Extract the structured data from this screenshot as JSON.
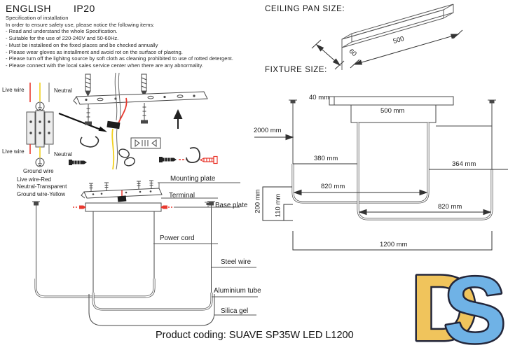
{
  "header": {
    "language": "ENGLISH",
    "ip": "IP20"
  },
  "spec": {
    "title": "Specification of installation",
    "intro": "In order to ensure safety use, please notice the following items:",
    "items": [
      "- Read and understand the whole Specification.",
      "- Suitable for the use of 220-240V and 50-60Hz.",
      "- Must be installeed on the fixed places and be checked annually",
      "- Please wear gloves as installment and avoid rot on the surface of plaetng.",
      "- Please turn off the lighitng source by soft cloth as cleaning prohibited to use of rotted detergent.",
      "- Please connect with the local sales service center when there are any abnormality."
    ]
  },
  "sections": {
    "ceiling_pan_title": "CEILING PAN SIZE:",
    "fixture_title": "FIXTURE SIZE:"
  },
  "ceiling_pan": {
    "length": "500",
    "width": "60"
  },
  "fixture_dims": {
    "pan_height": "40 mm",
    "pan_width": "500 mm",
    "drop": "2000 mm",
    "left_height": "380 mm",
    "right_height": "364 mm",
    "upper_width": "820 mm",
    "lower_width": "820 mm",
    "v200": "200 mm",
    "v110": "110 mm",
    "total": "1200 mm"
  },
  "wiring": {
    "live_top": "Live wire",
    "neutral_top": "Neutral",
    "live_bottom": "Live wire",
    "neutral_bottom": "Neutral",
    "ground": "Ground wire",
    "legend": [
      "Live wire-Red",
      "Neutral-Transparent",
      "Ground wire-Yellow"
    ]
  },
  "parts": {
    "mounting_plate": "Mounting plate",
    "terminal": "Terminal",
    "base_plate": "Base plate",
    "power_cord": "Power cord",
    "steel_wire": "Steel wire",
    "aluminium_tube": "Aluminium tube",
    "silica_gel": "Silica gel"
  },
  "footer": {
    "product_coding": "Product coding: SUAVE SP35W LED L1200"
  },
  "logo": {
    "d": "D",
    "s": "S",
    "d_color": "#F0C45C",
    "s_color": "#6FB2E6",
    "outline": "#23263A"
  },
  "colors": {
    "live_wire": "#E8392F",
    "ground_wire": "#F2D01E",
    "neutral_wire": "#9B9B9B",
    "diagram_line": "#474747"
  }
}
